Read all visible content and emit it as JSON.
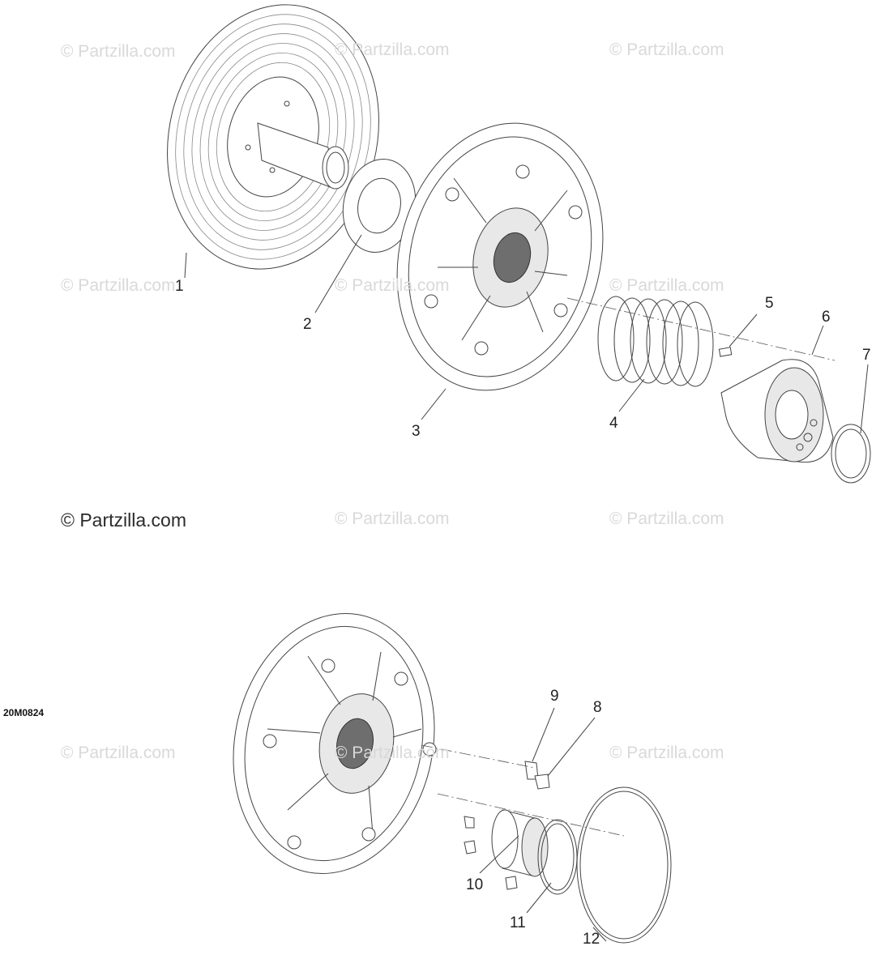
{
  "watermark": "© Partzilla.com",
  "figure_code": "20M0824",
  "parts": [
    {
      "number": "1"
    },
    {
      "number": "2"
    },
    {
      "number": "3"
    },
    {
      "number": "4"
    },
    {
      "number": "5"
    },
    {
      "number": "6"
    },
    {
      "number": "7"
    },
    {
      "number": "8"
    },
    {
      "number": "9"
    },
    {
      "number": "10"
    },
    {
      "number": "11"
    },
    {
      "number": "12"
    }
  ],
  "colors": {
    "line": "#444444",
    "watermark": "#d9d9d9",
    "text": "#222222"
  }
}
